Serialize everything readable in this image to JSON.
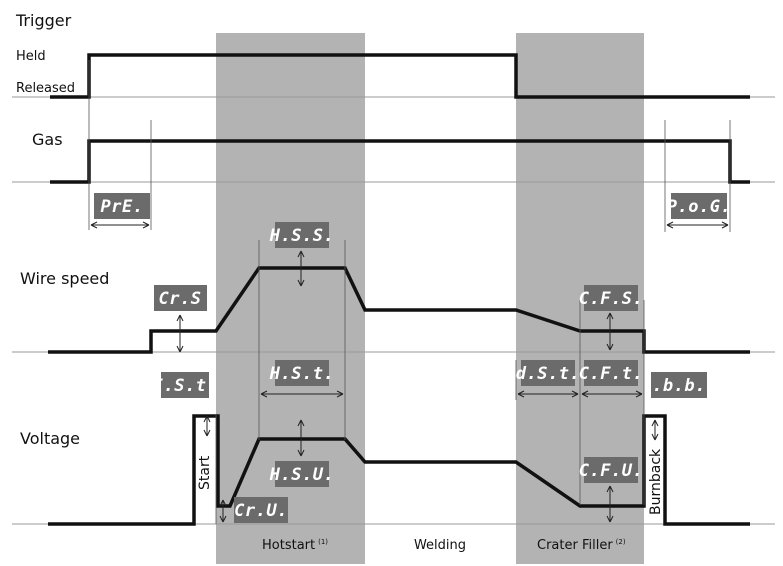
{
  "rows": {
    "trigger": "Trigger",
    "held": "Held",
    "released": "Released",
    "gas": "Gas",
    "wire_speed": "Wire speed",
    "voltage": "Voltage"
  },
  "phases": {
    "hotstart": "Hotstart",
    "hotstart_note": "(1)",
    "welding": "Welding",
    "crater_filler": "Crater Filler",
    "crater_filler_note": "(2)"
  },
  "vertical_labels": {
    "start": "Start",
    "burnback": "Burnback"
  },
  "codes": {
    "pre": "PrE.",
    "cr_s": "Cr.S",
    "hss": "H.S.S.",
    "hst": "H.S.t.",
    "hsu": "H.S.U.",
    "ist": "I.S.t.",
    "cr_u": "Cr.U.",
    "dst": "d.S.t.",
    "cft": "C.F.t.",
    "cfs": "C.F.S.",
    "cfu": "C.F.U.",
    "bb": ".b.b.",
    "pog": "P.o.G."
  },
  "colors": {
    "phase_band": "#b3b3b3",
    "code_box": "#6b6b6b",
    "signal": "#111111"
  }
}
